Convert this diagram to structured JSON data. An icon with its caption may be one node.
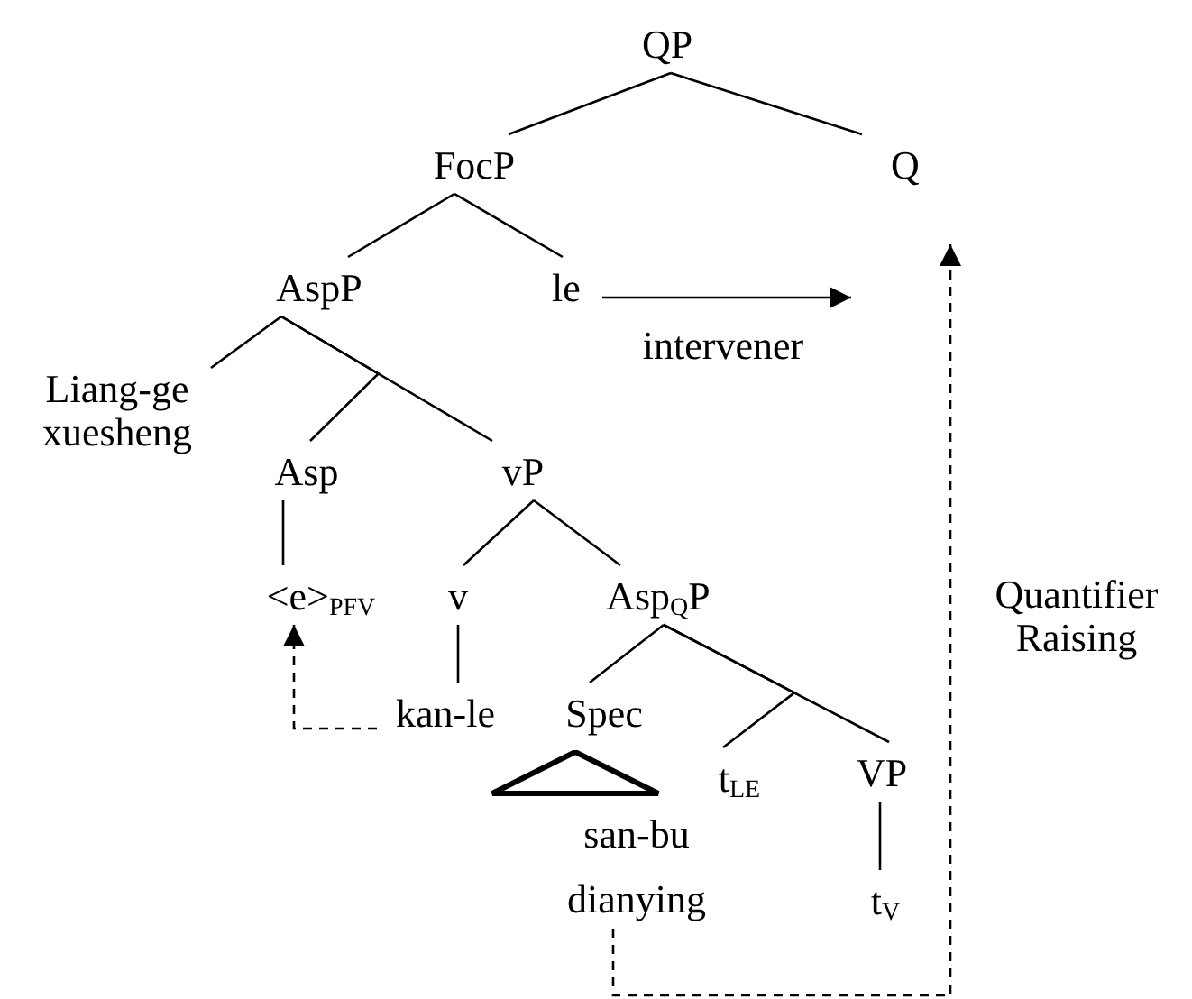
{
  "diagram": {
    "nodes": [
      {
        "text": [
          "QP"
        ]
      },
      {
        "text": [
          "FocP"
        ]
      },
      {
        "text": [
          "Q"
        ]
      },
      {
        "text": [
          "AspP"
        ]
      },
      {
        "text": [
          "le"
        ]
      },
      {
        "text": [
          "Liang-ge xuesheng"
        ]
      },
      {
        "text": [
          "Asp"
        ]
      },
      {
        "text": [
          "vP"
        ]
      },
      {
        "text": [
          "<e>$_{PFV}$"
        ]
      },
      {
        "text": [
          "v"
        ]
      },
      {
        "text": [
          "Asp$_{Q}$P"
        ]
      },
      {
        "text": [
          "kan-le"
        ]
      },
      {
        "text": [
          "Spec"
        ]
      },
      {
        "text": [
          "t$_{LE}$"
        ]
      },
      {
        "text": [
          "san-bu dianying"
        ]
      },
      {
        "text": [
          "VP"
        ]
      },
      {
        "text": [
          "t$_{V}$"
        ]
      }
    ],
    "edges": [
      {
        "from": 0,
        "to": 1,
        "arrow": "none"
      },
      {
        "from": 0,
        "to": 2,
        "arrow": "none"
      },
      {
        "from": 1,
        "to": 3,
        "arrow": "none"
      },
      {
        "from": 1,
        "to": 4,
        "arrow": "none"
      },
      {
        "from": 3,
        "to": 5,
        "arrow": "none"
      },
      {
        "from": 3,
        "to": 6,
        "arrow": "none"
      },
      {
        "from": 3,
        "to": 7,
        "arrow": "none"
      },
      {
        "from": 6,
        "to": 8,
        "arrow": "none"
      },
      {
        "from": 7,
        "to": 9,
        "arrow": "none"
      },
      {
        "from": 7,
        "to": 10,
        "arrow": "none"
      },
      {
        "from": 9,
        "to": 11,
        "arrow": "none"
      },
      {
        "from": 10,
        "to": 12,
        "arrow": "none"
      },
      {
        "from": 10,
        "to": 13,
        "arrow": "none"
      },
      {
        "from": 10,
        "to": 15,
        "arrow": "none"
      },
      {
        "from": 15,
        "to": 16,
        "arrow": "none"
      },
      {
        "from": 4,
        "to": null,
        "arrow": "to",
        "label": "intervener"
      },
      {
        "from": 11,
        "to": 8,
        "arrow": "to",
        "style": "dashed"
      },
      {
        "from": 14,
        "to": 2,
        "arrow": "to",
        "style": "dashed",
        "label": "Quantifier Raising"
      }
    ]
  }
}
